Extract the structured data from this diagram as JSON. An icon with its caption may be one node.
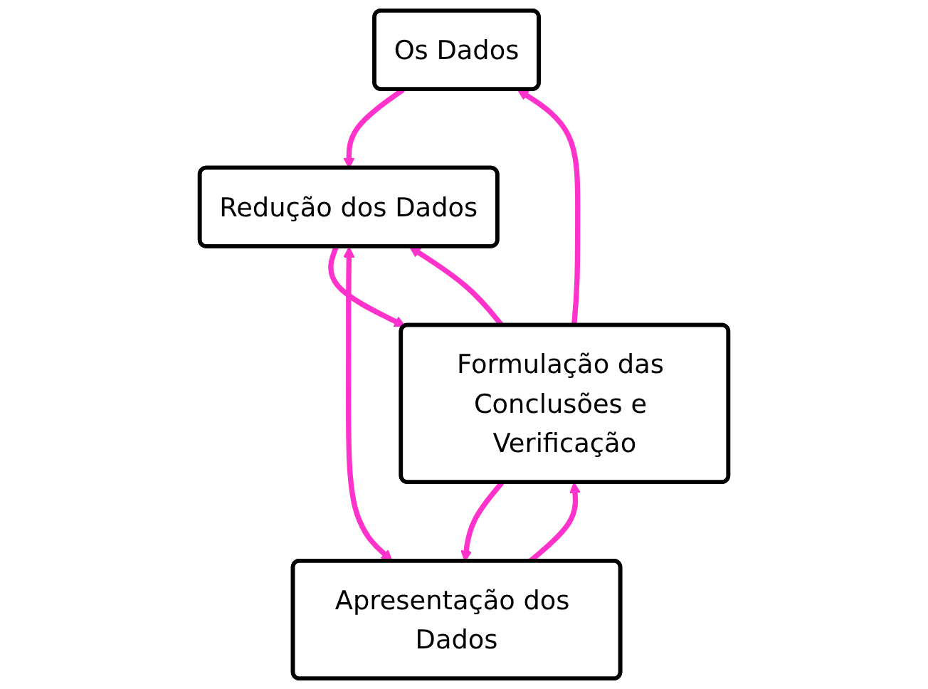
{
  "diagram": {
    "nodes": [
      {
        "text": [
          "Os Dados"
        ]
      },
      {
        "text": [
          "Apresentação dos Dados"
        ]
      },
      {
        "text": [
          "Redução dos Dados"
        ]
      },
      {
        "text": [
          "Formulação das Conclusões e Verificação"
        ]
      }
    ],
    "edges": [
      {
        "from": 0,
        "to": 2,
        "arrow": "to"
      },
      {
        "from": 1,
        "to": 2,
        "arrow": "both"
      },
      {
        "from": 3,
        "to": 0,
        "arrow": "to"
      },
      {
        "from": 1,
        "to": 3,
        "arrow": "to"
      },
      {
        "from": 3,
        "to": 1,
        "arrow": "to"
      },
      {
        "from": 3,
        "to": 2,
        "arrow": "to"
      },
      {
        "from": 2,
        "to": 3,
        "arrow": "to"
      }
    ]
  }
}
